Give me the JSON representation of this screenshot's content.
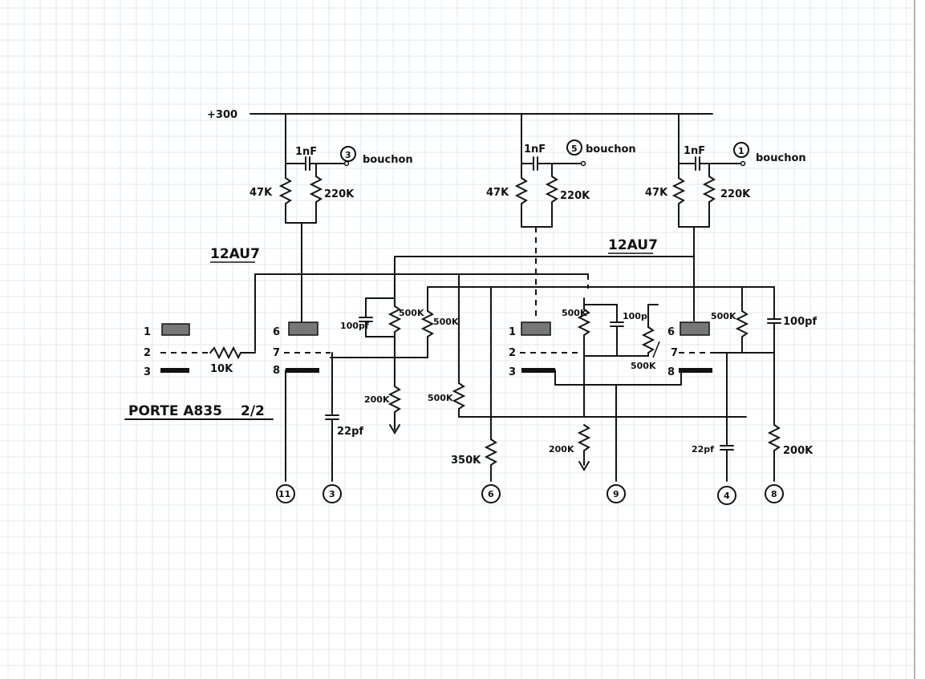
{
  "supply": {
    "label": "+300"
  },
  "tubes": [
    {
      "label": "12AU7"
    },
    {
      "label": "12AU7"
    }
  ],
  "title": {
    "text": "PORTE A835",
    "fraction": "2/2"
  },
  "stages": [
    {
      "cap": "1nF",
      "plate_resistor": "47K",
      "shunt_resistor": "220K",
      "output_num": "3",
      "output_label": "bouchon"
    },
    {
      "cap": "1nF",
      "plate_resistor": "47K",
      "shunt_resistor": "220K",
      "output_num": "5",
      "output_label": "bouchon"
    },
    {
      "cap": "1nF",
      "plate_resistor": "47K",
      "shunt_resistor": "220K",
      "output_num": "1",
      "output_label": "bouchon"
    }
  ],
  "pins_left": [
    {
      "num": "1"
    },
    {
      "num": "2"
    },
    {
      "num": "3"
    }
  ],
  "pins_tube_a": [
    {
      "num": "6"
    },
    {
      "num": "7"
    },
    {
      "num": "8"
    }
  ],
  "pins_tube_b1": [
    {
      "num": "1"
    },
    {
      "num": "2"
    },
    {
      "num": "3"
    }
  ],
  "pins_tube_b2": [
    {
      "num": "6"
    },
    {
      "num": "7"
    },
    {
      "num": "8"
    }
  ],
  "components": {
    "input_resistor": "10K",
    "cap_left": "100pf",
    "pot_a": "500K",
    "res_a": "500K",
    "res_a_bottom": "200K",
    "res_b": "500K",
    "res_c": "350K",
    "pot_b": "500K",
    "cap_mid": "100p",
    "pot_c": "500K",
    "res_d_bottom": "200K",
    "pot_d": "500K",
    "cap_right": "100pf",
    "cap_a_bottom": "22pf",
    "cap_b_bottom": "22pf",
    "res_e_bottom": "200K"
  },
  "terminals": [
    "11",
    "3",
    "6",
    "9",
    "4",
    "8"
  ]
}
